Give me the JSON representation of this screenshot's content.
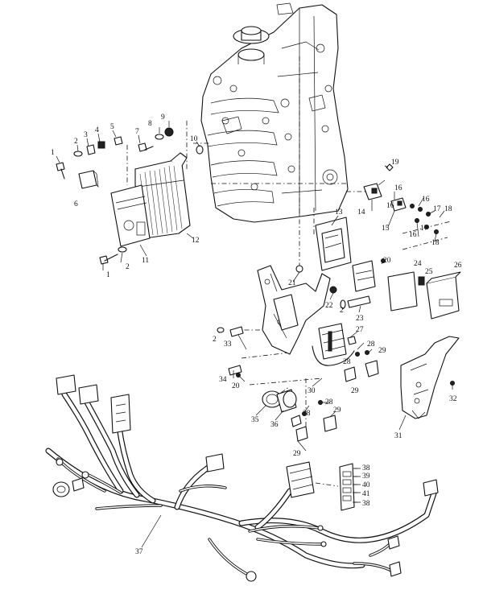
{
  "callouts": [
    {
      "id": "c1a",
      "text": "1"
    },
    {
      "id": "c2a",
      "text": "2"
    },
    {
      "id": "c3",
      "text": "3"
    },
    {
      "id": "c4",
      "text": "4"
    },
    {
      "id": "c5",
      "text": "5"
    },
    {
      "id": "c6",
      "text": "6"
    },
    {
      "id": "c7",
      "text": "7"
    },
    {
      "id": "c8",
      "text": "8"
    },
    {
      "id": "c9",
      "text": "9"
    },
    {
      "id": "c10",
      "text": "10"
    },
    {
      "id": "c12",
      "text": "12"
    },
    {
      "id": "c11",
      "text": "11"
    },
    {
      "id": "c1b",
      "text": "1"
    },
    {
      "id": "c2b",
      "text": "2"
    },
    {
      "id": "c19",
      "text": "19"
    },
    {
      "id": "c16a",
      "text": "16"
    },
    {
      "id": "c16b",
      "text": "16"
    },
    {
      "id": "c16c",
      "text": "16"
    },
    {
      "id": "c16d",
      "text": "16"
    },
    {
      "id": "c14",
      "text": "14"
    },
    {
      "id": "c15",
      "text": "15"
    },
    {
      "id": "c17a",
      "text": "17"
    },
    {
      "id": "c17b",
      "text": "17"
    },
    {
      "id": "c18a",
      "text": "18"
    },
    {
      "id": "c18b",
      "text": "18"
    },
    {
      "id": "c13",
      "text": "13"
    },
    {
      "id": "c20a",
      "text": "20"
    },
    {
      "id": "c24",
      "text": "24"
    },
    {
      "id": "c25",
      "text": "25"
    },
    {
      "id": "c26",
      "text": "26"
    },
    {
      "id": "c21",
      "text": "21"
    },
    {
      "id": "c22",
      "text": "22"
    },
    {
      "id": "c2c",
      "text": "2"
    },
    {
      "id": "c23",
      "text": "23"
    },
    {
      "id": "c2d",
      "text": "2"
    },
    {
      "id": "c33",
      "text": "33"
    },
    {
      "id": "c27",
      "text": "27"
    },
    {
      "id": "c28a",
      "text": "28"
    },
    {
      "id": "c28b",
      "text": "28"
    },
    {
      "id": "c29a",
      "text": "29"
    },
    {
      "id": "c29b",
      "text": "29"
    },
    {
      "id": "c34",
      "text": "34"
    },
    {
      "id": "c20b",
      "text": "20"
    },
    {
      "id": "c30",
      "text": "30"
    },
    {
      "id": "c32",
      "text": "32"
    },
    {
      "id": "c31",
      "text": "31"
    },
    {
      "id": "c35",
      "text": "35"
    },
    {
      "id": "c36",
      "text": "36"
    },
    {
      "id": "c28c",
      "text": "28"
    },
    {
      "id": "c28d",
      "text": "28"
    },
    {
      "id": "c29c",
      "text": "29"
    },
    {
      "id": "c29d",
      "text": "29"
    },
    {
      "id": "c38a",
      "text": "38"
    },
    {
      "id": "c39",
      "text": "39"
    },
    {
      "id": "c40",
      "text": "40"
    },
    {
      "id": "c41",
      "text": "41"
    },
    {
      "id": "c38b",
      "text": "38"
    },
    {
      "id": "c37",
      "text": "37"
    }
  ]
}
